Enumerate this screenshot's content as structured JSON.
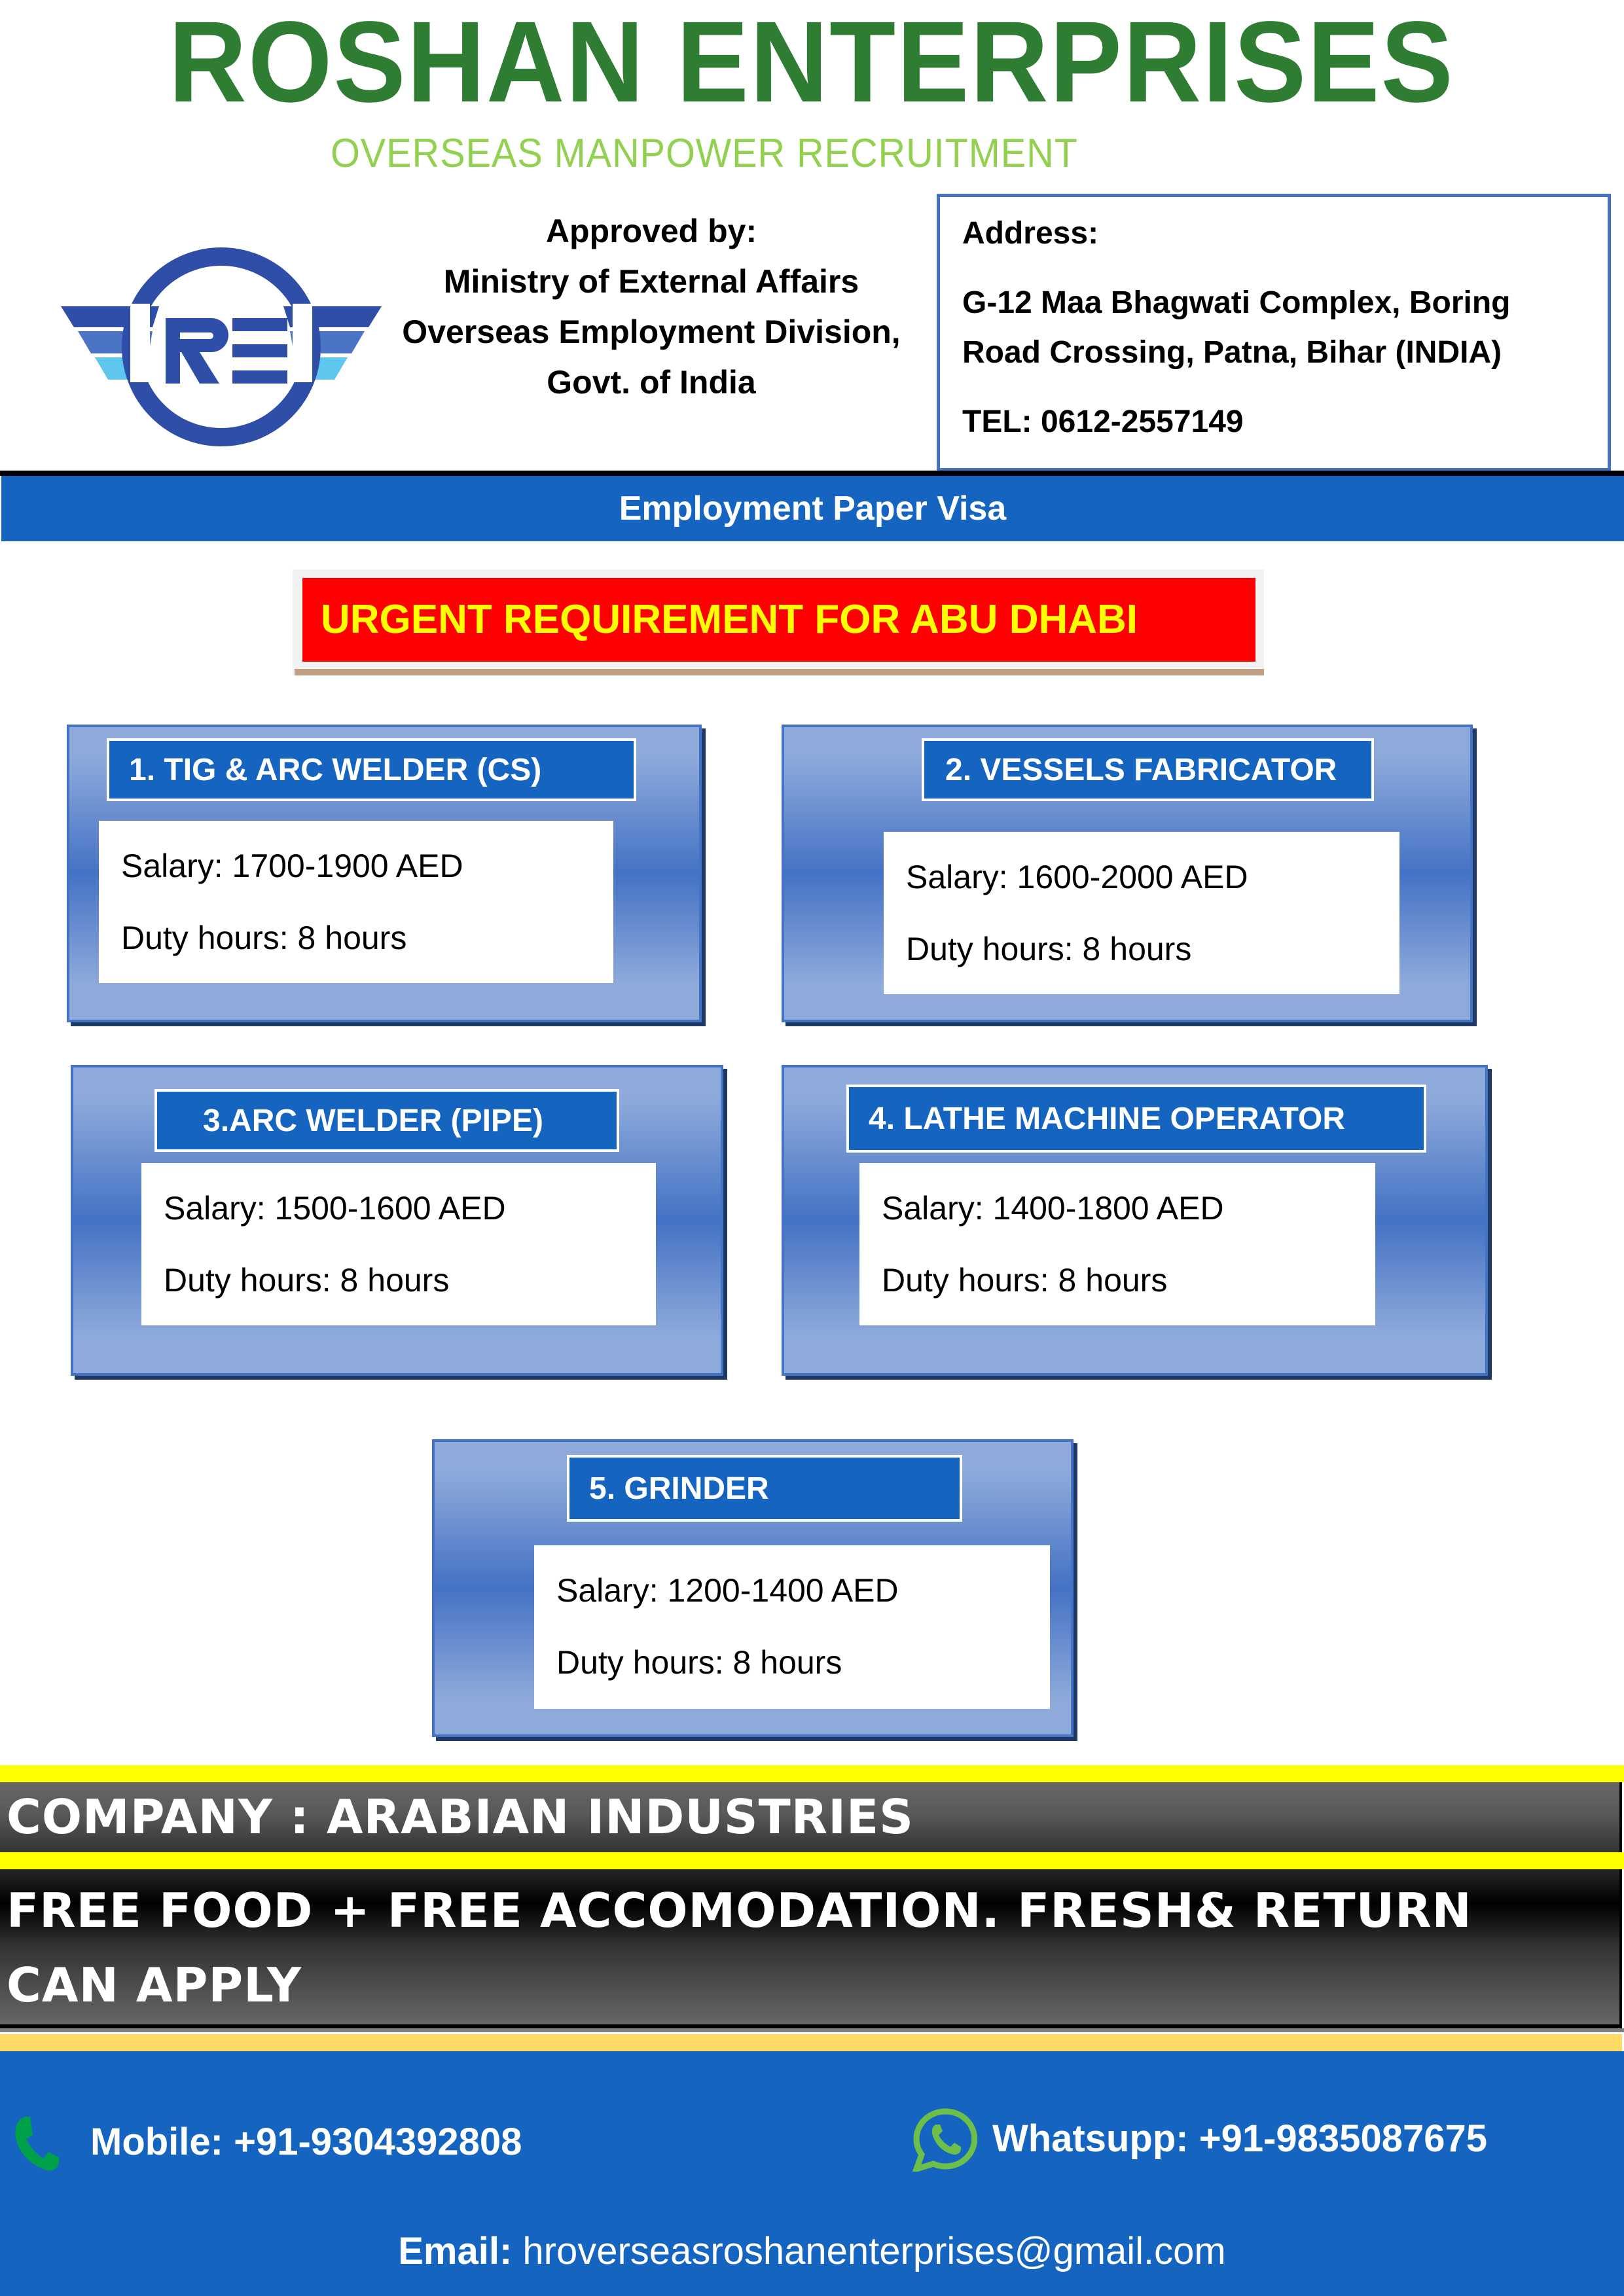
{
  "header": {
    "company_name": "ROSHAN ENTERPRISES",
    "tagline": "OVERSEAS MANPOWER RECRUITMENT",
    "logo_initials": "RE",
    "approval_lines": [
      "Approved by:",
      "Ministry of External Affairs",
      "Overseas Employment Division,",
      "Govt. of India"
    ]
  },
  "address": {
    "label": "Address:",
    "line1": "G-12 Maa Bhagwati Complex, Boring",
    "line2": "Road Crossing, Patna, Bihar (INDIA)",
    "tel": "TEL: 0612-2557149"
  },
  "visa_band": {
    "label": "Employment Paper Visa"
  },
  "urgent": {
    "label": "URGENT REQUIREMENT FOR ABU DHABI"
  },
  "jobs": [
    {
      "title": "1. TIG & ARC WELDER (CS)",
      "salary": "Salary: 1700-1900 AED",
      "duty": "Duty hours: 8 hours"
    },
    {
      "title": "2. VESSELS FABRICATOR",
      "salary": "Salary: 1600-2000 AED",
      "duty": "Duty hours: 8 hours"
    },
    {
      "title": "3.ARC WELDER (PIPE)",
      "salary": "Salary: 1500-1600 AED",
      "duty": "Duty hours: 8 hours"
    },
    {
      "title": "4. LATHE MACHINE OPERATOR",
      "salary": "Salary: 1400-1800 AED",
      "duty": "Duty hours: 8 hours"
    },
    {
      "title": "5. GRINDER",
      "salary": "Salary: 1200-1400 AED",
      "duty": "Duty hours: 8 hours"
    }
  ],
  "company_band": {
    "label": "COMPANY : ARABIAN INDUSTRIES"
  },
  "benefits_band": {
    "line1": "FREE FOOD + FREE ACCOMODATION. FRESH& RETURN",
    "line2": "CAN APPLY"
  },
  "footer": {
    "mobile": "Mobile: +91-9304392808",
    "whatsapp": "Whatsupp: +91-9835087675",
    "email_label": "Email:",
    "email_value": " hroverseasroshanenterprises@gmail.com",
    "icons": {
      "mobile": "phone-icon",
      "whatsapp": "whatsapp-icon"
    }
  },
  "colors": {
    "brand_green": "#2e7d32",
    "tagline_green": "#92d050",
    "band_blue": "#1565c0",
    "card_blue": "#4472c4",
    "urgent_red": "#ff0000",
    "urgent_text": "#ffff00",
    "accent_yellow": "#ffff00",
    "cream": "#ffd966"
  }
}
